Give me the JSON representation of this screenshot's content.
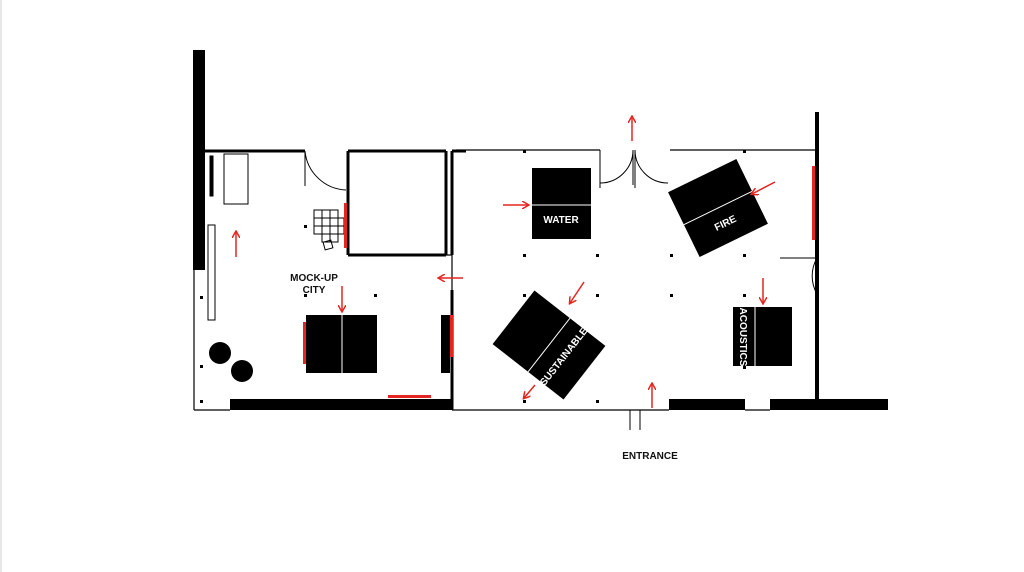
{
  "labels": {
    "mockup_line1": "MOCK-UP",
    "mockup_line2": "CITY",
    "water": "WATER",
    "fire": "FIRE",
    "sustainable": "SUSTAINABLE",
    "acoustics": "ACOUSTICS",
    "entrance": "ENTRANCE"
  },
  "colors": {
    "wall": "#000000",
    "thin_line": "#000000",
    "accent": "#e52521",
    "background": "#ffffff"
  }
}
